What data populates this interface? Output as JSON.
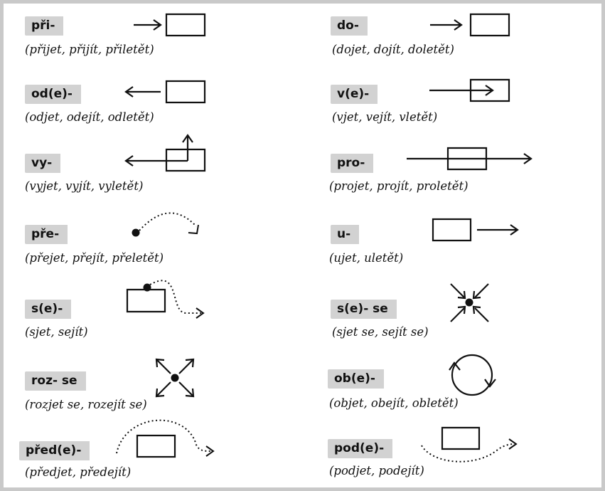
{
  "entries": [
    {
      "prefix": "při-",
      "examples": "(přijet, přijít, přiletět)",
      "icon": "arrow-into-box-icon"
    },
    {
      "prefix": "do-",
      "examples": "(dojet, dojít, doletět)",
      "icon": "arrow-to-box-icon"
    },
    {
      "prefix": "od(e)-",
      "examples": "(odjet, odejít, odletět)",
      "icon": "arrow-away-from-box-icon"
    },
    {
      "prefix": "v(e)-",
      "examples": "(vjet, vejít, vletět)",
      "icon": "arrow-inside-box-icon"
    },
    {
      "prefix": "vy-",
      "examples": "(vyjet, vyjít, vyletět)",
      "icon": "arrow-out-of-box-icon"
    },
    {
      "prefix": "pro-",
      "examples": "(projet, projít, proletět)",
      "icon": "arrow-through-box-icon"
    },
    {
      "prefix": "pře-",
      "examples": "(přejet, přejít, přeletět)",
      "icon": "dotted-arc-over-icon"
    },
    {
      "prefix": "u-",
      "examples": "(ujet, uletět)",
      "icon": "arrow-leaving-box-icon"
    },
    {
      "prefix": "s(e)-",
      "examples": "(sjet, sejít)",
      "icon": "dotted-path-down-from-box-icon"
    },
    {
      "prefix": "s(e)- se",
      "examples": "(sjet se, sejít se)",
      "icon": "arrows-converging-icon"
    },
    {
      "prefix": "roz- se",
      "examples": "(rozjet se, rozejít se)",
      "icon": "arrows-diverging-icon"
    },
    {
      "prefix": "ob(e)-",
      "examples": "(objet, obejít, obletět)",
      "icon": "circular-arrow-icon"
    },
    {
      "prefix": "před(e)-",
      "examples": "(předjet, předejít)",
      "icon": "dotted-path-overtaking-box-icon"
    },
    {
      "prefix": "pod(e)-",
      "examples": "(podjet, podejít)",
      "icon": "dotted-path-under-box-icon"
    }
  ]
}
